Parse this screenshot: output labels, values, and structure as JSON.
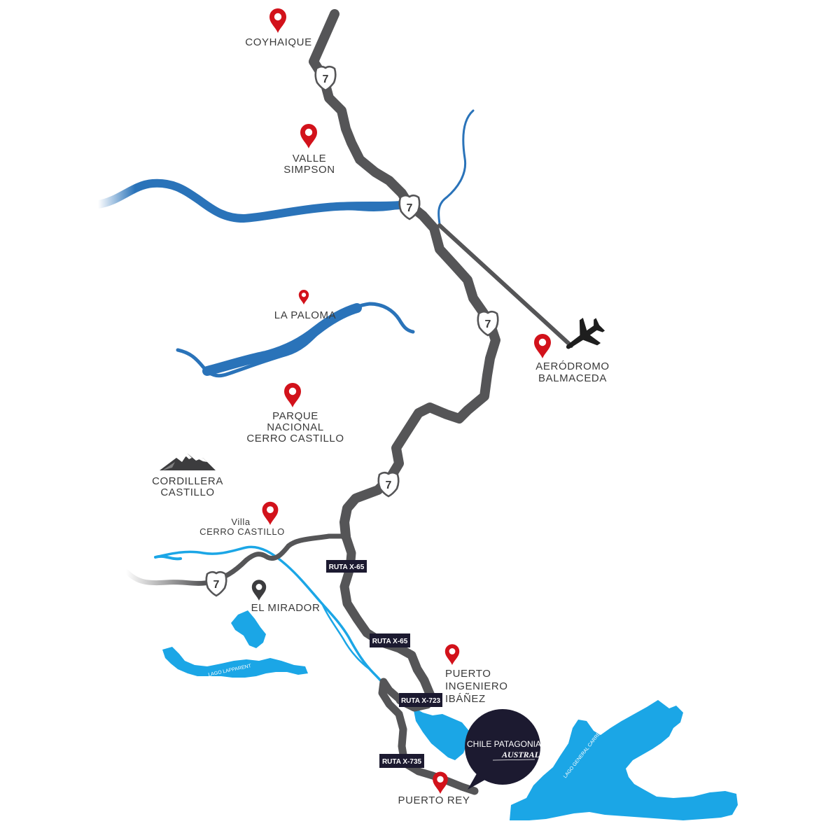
{
  "colors": {
    "road": "#555557",
    "river": "#2a73b9",
    "lake": "#1ba6e6",
    "pin_red": "#d2121b",
    "pin_dark": "#3c3c3e",
    "label": "#3a3a3a",
    "route_box": "#1c1a30",
    "logo_bg": "#1c1a30"
  },
  "places": {
    "coyhaique": "COYHAIQUE",
    "valle_simpson": [
      "VALLE",
      "SIMPSON"
    ],
    "la_paloma": "LA PALOMA",
    "aerodromo": [
      "AERÓDROMO",
      "BALMACEDA"
    ],
    "parque": [
      "PARQUE",
      "NACIONAL",
      "CERRO CASTILLO"
    ],
    "cordillera": [
      "CORDILLERA",
      "CASTILLO"
    ],
    "villa": [
      "Villa",
      "CERRO CASTILLO"
    ],
    "el_mirador": "EL MIRADOR",
    "puerto_ibanez": [
      "PUERTO",
      "INGENIERO",
      "IBÁÑEZ"
    ],
    "puerto_rey": "PUERTO REY"
  },
  "routes": {
    "shield_number": "7",
    "x65": "RUTA X-65",
    "x723": "RUTA X-723",
    "x735": "RUTA X-735"
  },
  "lakes": {
    "lapparent": "LAGO LAPPARENT",
    "general_carrera": "LAGO GENERAL CARRERA"
  },
  "logo": {
    "line1": "CHILE PATAGONIA",
    "line2": "AUSTRAL"
  },
  "icons": {
    "pin": "map-pin-icon",
    "airplane": "airplane-icon",
    "mountain": "mountain-icon",
    "shield": "route-shield-icon"
  }
}
